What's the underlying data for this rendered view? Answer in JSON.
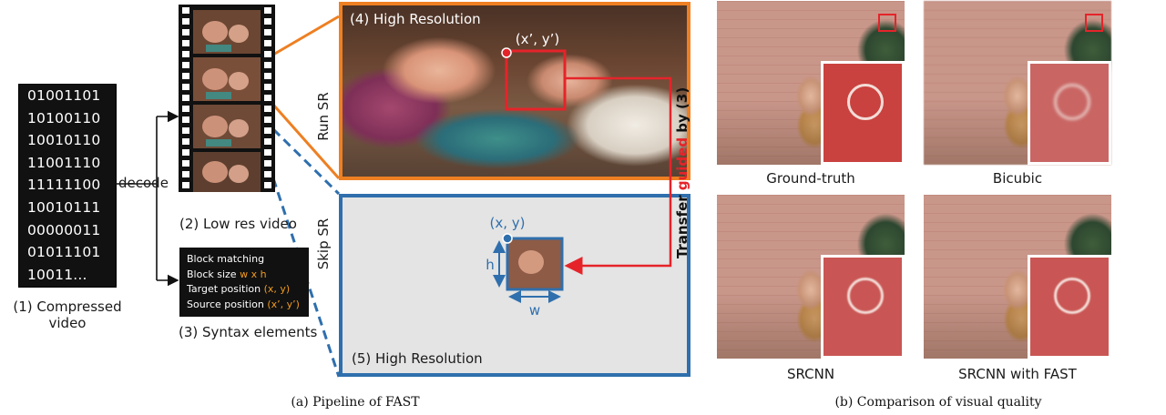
{
  "compressed_bits": [
    "01001101",
    "10100110",
    "10010110",
    "11001110",
    "11111100",
    "10010111",
    "00000011",
    "01011101",
    "10011..."
  ],
  "labels": {
    "compressed_1": "(1) Compressed",
    "compressed_2": "video",
    "decode": "decode",
    "low_res": "(2) Low res video",
    "syntax_caption": "(3) Syntax elements",
    "run_sr": "Run SR",
    "skip_sr": "Skip SR",
    "hr4": "(4) High Resolution",
    "hr5": "(5) High Resolution",
    "src_pos": "(x’, y’)",
    "tgt_pos": "(x, y)",
    "h": "h",
    "w": "w",
    "transfer_a": "Transfer ",
    "transfer_b": "guided",
    "transfer_c": " by (3)"
  },
  "syntax_box": {
    "title": "Block matching",
    "size_label": "Block size ",
    "size_value": "w x h",
    "target_label": "Target position ",
    "target_value": "(x, y)",
    "source_label": "Source position ",
    "source_value": "(x’, y’)"
  },
  "comparison": [
    {
      "caption": "Ground-truth"
    },
    {
      "caption": "Bicubic"
    },
    {
      "caption": "SRCNN"
    },
    {
      "caption": "SRCNN with FAST"
    }
  ],
  "captions": {
    "a": "(a)  Pipeline of FAST",
    "b": "(b)  Comparison of visual quality"
  },
  "colors": {
    "orange": "#ee7f22",
    "blue": "#2f6fad",
    "red": "#e5242a",
    "dark": "#111111"
  }
}
